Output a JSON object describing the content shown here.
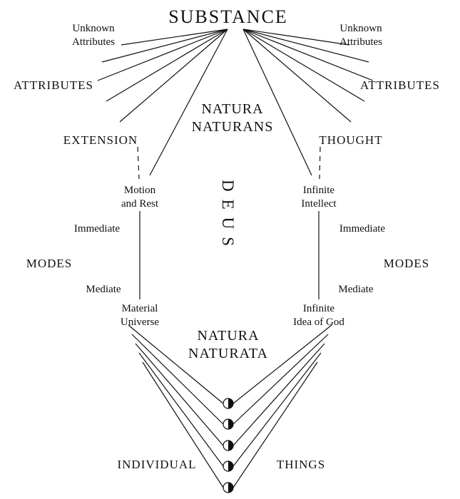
{
  "ink_color": "#111111",
  "diagram": {
    "substance": "SUBSTANCE",
    "natura_naturans": "NATURA\nNATURANS",
    "deus": "DEUS",
    "natura_naturata": "NATURA\nNATURATA",
    "individual": "INDIVIDUAL",
    "things": "THINGS",
    "left": {
      "unknown_attributes": "Unknown\nAttributes",
      "attributes": "ATTRIBUTES",
      "extension": "EXTENSION",
      "motion_and_rest": "Motion\nand Rest",
      "immediate": "Immediate",
      "modes": "MODES",
      "mediate": "Mediate",
      "material_universe": "Material\nUniverse"
    },
    "right": {
      "unknown_attributes": "Unknown\nAttributes",
      "attributes": "ATTRIBUTES",
      "thought": "THOUGHT",
      "infinite_intellect": "Infinite\nIntellect",
      "immediate": "Immediate",
      "modes": "MODES",
      "mediate": "Mediate",
      "infinite_idea_of_god": "Infinite\nIdea of God"
    }
  }
}
